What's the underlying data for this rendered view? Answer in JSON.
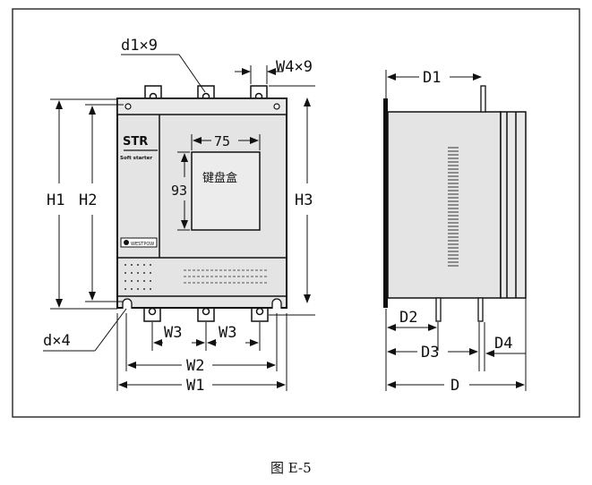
{
  "figure": {
    "caption": "图 E-5",
    "front_view": {
      "brand": "STR",
      "subtitle": "Soft starter",
      "logo_text": "WESTPOW",
      "keypad_label": "键盘盒",
      "keypad_width": "75",
      "keypad_height": "93",
      "labels": {
        "terminal_hole": "d1×9",
        "terminal_width": "W4×9",
        "mount_hole": "d×4",
        "H1": "H1",
        "H2": "H2",
        "H3": "H3",
        "W1": "W1",
        "W2": "W2",
        "W3_left": "W3",
        "W3_right": "W3"
      }
    },
    "side_view": {
      "labels": {
        "D": "D",
        "D1": "D1",
        "D2": "D2",
        "D3": "D3",
        "D4": "D4"
      }
    }
  }
}
